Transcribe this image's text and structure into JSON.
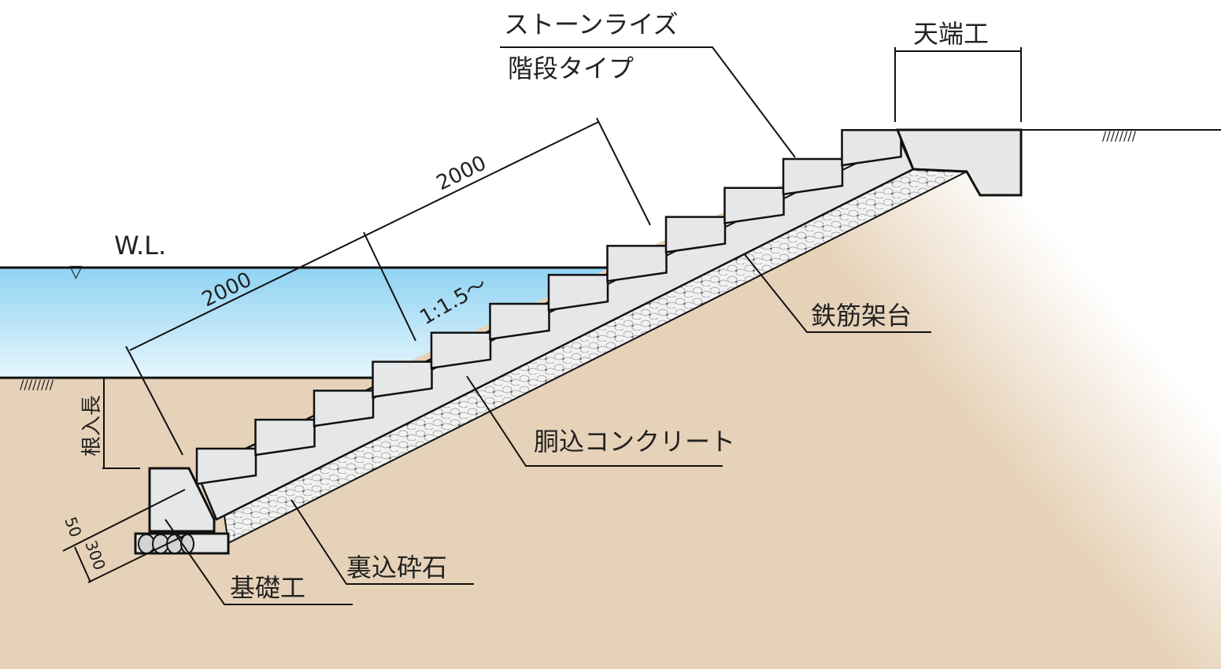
{
  "labels": {
    "product_name": "ストーンライズ",
    "product_type": "階段タイプ",
    "crown": "天端工",
    "water_level": "W.L.",
    "rebar_frame": "鉄筋架台",
    "fill_concrete": "胴込コンクリート",
    "backfill_gravel": "裏込砕石",
    "foundation": "基礎工",
    "embedment": "根入長"
  },
  "dimensions": {
    "upper_length": "2000",
    "lower_length": "2000",
    "slope": "1:1.5～",
    "thickness_a": "50",
    "thickness_b": "300"
  },
  "colors": {
    "soil": "#e6d2b8",
    "water_top": "#8fd3f2",
    "water_bottom": "#e6f6fd",
    "concrete": "#e6e7e8",
    "line": "#111111"
  }
}
